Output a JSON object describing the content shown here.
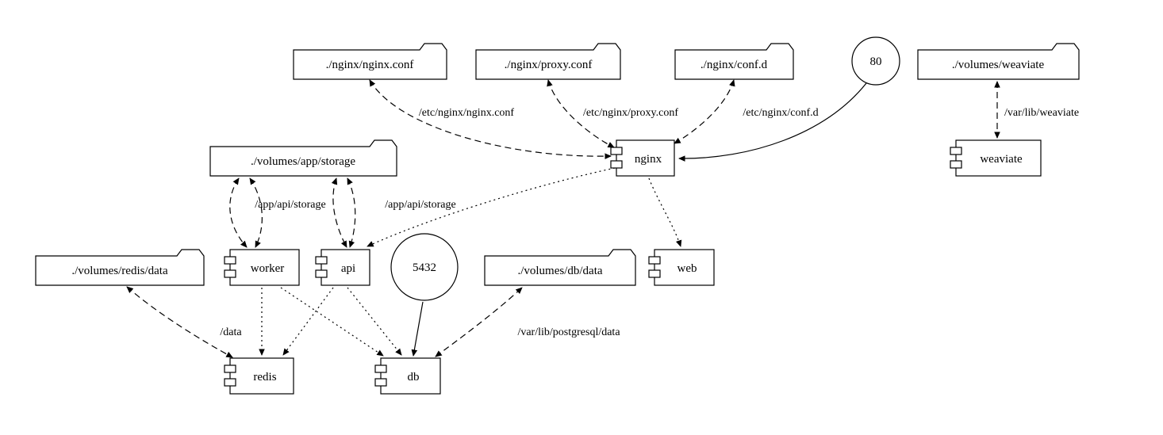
{
  "colors": {
    "background": "#ffffff",
    "stroke": "#000000",
    "text": "#000000"
  },
  "nodes": {
    "nginx_conf": "./nginx/nginx.conf",
    "proxy_conf": "./nginx/proxy.conf",
    "conf_d": "./nginx/conf.d",
    "port_80": "80",
    "volumes_weaviate": "./volumes/weaviate",
    "volumes_app_storage": "./volumes/app/storage",
    "nginx": "nginx",
    "weaviate": "weaviate",
    "volumes_redis_data": "./volumes/redis/data",
    "worker": "worker",
    "api": "api",
    "port_5432": "5432",
    "volumes_db_data": "./volumes/db/data",
    "web": "web",
    "redis": "redis",
    "db": "db"
  },
  "edge_labels": {
    "nginx_conf_mount": "/etc/nginx/nginx.conf",
    "proxy_conf_mount": "/etc/nginx/proxy.conf",
    "conf_d_mount": "/etc/nginx/conf.d",
    "weaviate_mount": "/var/lib/weaviate",
    "worker_storage_mount": "/app/api/storage",
    "api_storage_mount": "/app/api/storage",
    "redis_mount": "/data",
    "db_mount": "/var/lib/postgresql/data"
  }
}
